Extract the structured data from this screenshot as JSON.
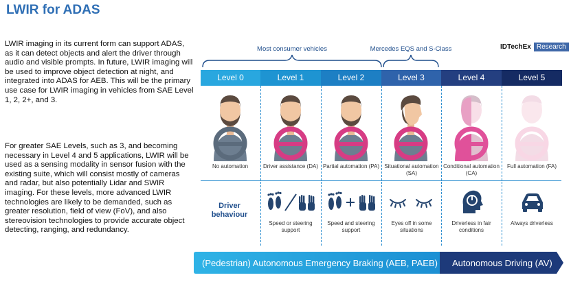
{
  "title": "LWIR for ADAS",
  "paragraphs": [
    "LWIR imaging in its current form can support ADAS, as it can detect objects and alert the driver through audio and visible prompts. In future, LWIR imaging will be used to improve object detection at night, and integrated into ADAS for AEB. This will be the primary use case for LWIR imaging in vehicles from SAE Level 1, 2, 2+, and 3.",
    "For greater SAE Levels, such as 3, and becoming necessary in Level 4 and 5 applications, LWIR will be used as a sensing modality in sensor fusion with the existing suite, which will consist mostly of cameras and radar, but also potentially Lidar and SWIR imaging. For these levels, more advanced LWIR technologies are likely to be demanded, such as greater resolution, field of view (FoV), and also stereovision technologies to provide accurate object detecting, ranging, and redundancy."
  ],
  "braces": {
    "consumer": "Most consumer vehicles",
    "mercedes": "Mercedes EQS and S-Class"
  },
  "logo": {
    "name": "IDTechEx",
    "tag": "Research"
  },
  "levels": [
    {
      "label": "Level 0",
      "caption": "No automation",
      "color": "#29a7df"
    },
    {
      "label": "Level 1",
      "caption": "Driver assistance (DA)",
      "color": "#1e94d2"
    },
    {
      "label": "Level 2",
      "caption": "Partial automation (PA)",
      "color": "#1d7fc4"
    },
    {
      "label": "Level 3",
      "caption": "Situational automation (SA)",
      "color": "#2f63ab"
    },
    {
      "label": "Level 4",
      "caption": "Conditional automation (CA)",
      "color": "#243f80"
    },
    {
      "label": "Level 5",
      "caption": "Full automation (FA)",
      "color": "#152b63"
    }
  ],
  "behaviour": {
    "heading": "Driver behaviour",
    "items": [
      "Speed or steering support",
      "Speed and steering support",
      "Eyes off in some situations",
      "Driverless in fair conditions",
      "Always driverless"
    ]
  },
  "bars": {
    "aeb": "(Pedestrian) Autonomous Emergency Braking (AEB, PAEB)",
    "av": "Autonomous Driving (AV)"
  },
  "colors": {
    "title": "#2f6fb5",
    "dark_blue": "#1f4e8c",
    "accent": "#2d8fd0",
    "wheel_gray": "#5b6b7c",
    "wheel_pink": "#d63c84"
  }
}
